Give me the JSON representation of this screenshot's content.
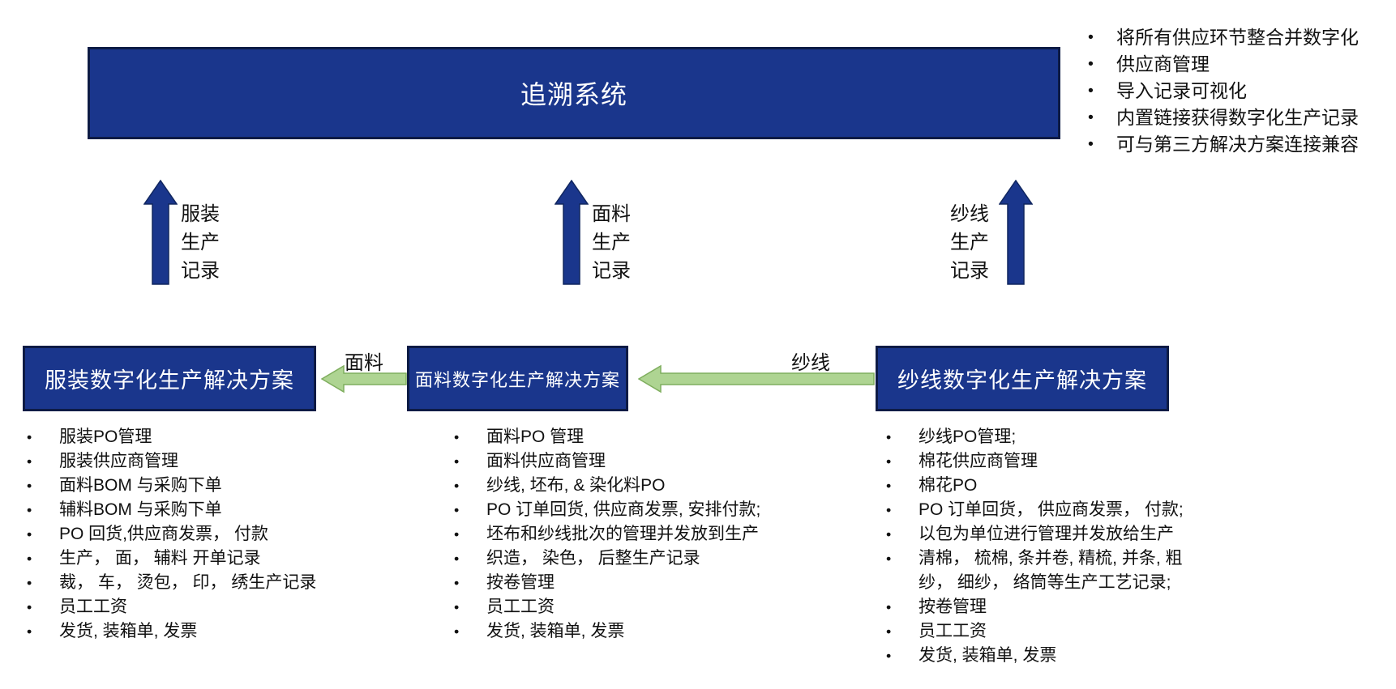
{
  "colors": {
    "box_blue": "#1a368c",
    "box_border": "#0d1b45",
    "flow_green_fill": "#aed492",
    "flow_green_border": "#7fae5e",
    "text": "#111111",
    "box_text": "#ffffff"
  },
  "tracing_system": {
    "title": "追溯系统"
  },
  "benefits": {
    "items": [
      "将所有供应环节整合并数字化",
      "供应商管理",
      "导入记录可视化",
      "内置链接获得数字化生产记录",
      "可与第三方解决方案连接兼容"
    ]
  },
  "record_arrows": [
    {
      "lines": [
        "服装",
        "生产",
        "记录"
      ]
    },
    {
      "lines": [
        "面料",
        "生产",
        "记录"
      ]
    },
    {
      "lines": [
        "纱线",
        "生产",
        "记录"
      ]
    }
  ],
  "flow_arrows": [
    {
      "label": "面料"
    },
    {
      "label": "纱线"
    }
  ],
  "solutions": [
    {
      "title": "服装数字化生产解决方案",
      "items": [
        "服装PO管理",
        "服装供应商管理",
        "面料BOM 与采购下单",
        "辅料BOM 与采购下单",
        "PO 回货,供应商发票， 付款",
        "生产， 面， 辅料 开单记录",
        "裁， 车， 烫包， 印， 绣生产记录",
        "员工工资",
        "发货, 装箱单, 发票"
      ]
    },
    {
      "title": "面料数字化生产解决方案",
      "items": [
        "面料PO 管理",
        "面料供应商管理",
        "纱线, 坯布, & 染化料PO",
        "PO 订单回货, 供应商发票, 安排付款;",
        "坯布和纱线批次的管理并发放到生产",
        "织造， 染色， 后整生产记录",
        "按卷管理",
        "员工工资",
        "发货, 装箱单, 发票"
      ]
    },
    {
      "title": "纱线数字化生产解决方案",
      "items": [
        "纱线PO管理;",
        "棉花供应商管理",
        "棉花PO",
        "PO 订单回货， 供应商发票， 付款;",
        "以包为单位进行管理并发放给生产",
        "清棉， 梳棉, 条并卷, 精梳, 并条, 粗纱， 细纱， 络筒等生产工艺记录;",
        "按卷管理",
        "员工工资",
        "发货, 装箱单, 发票"
      ]
    }
  ]
}
